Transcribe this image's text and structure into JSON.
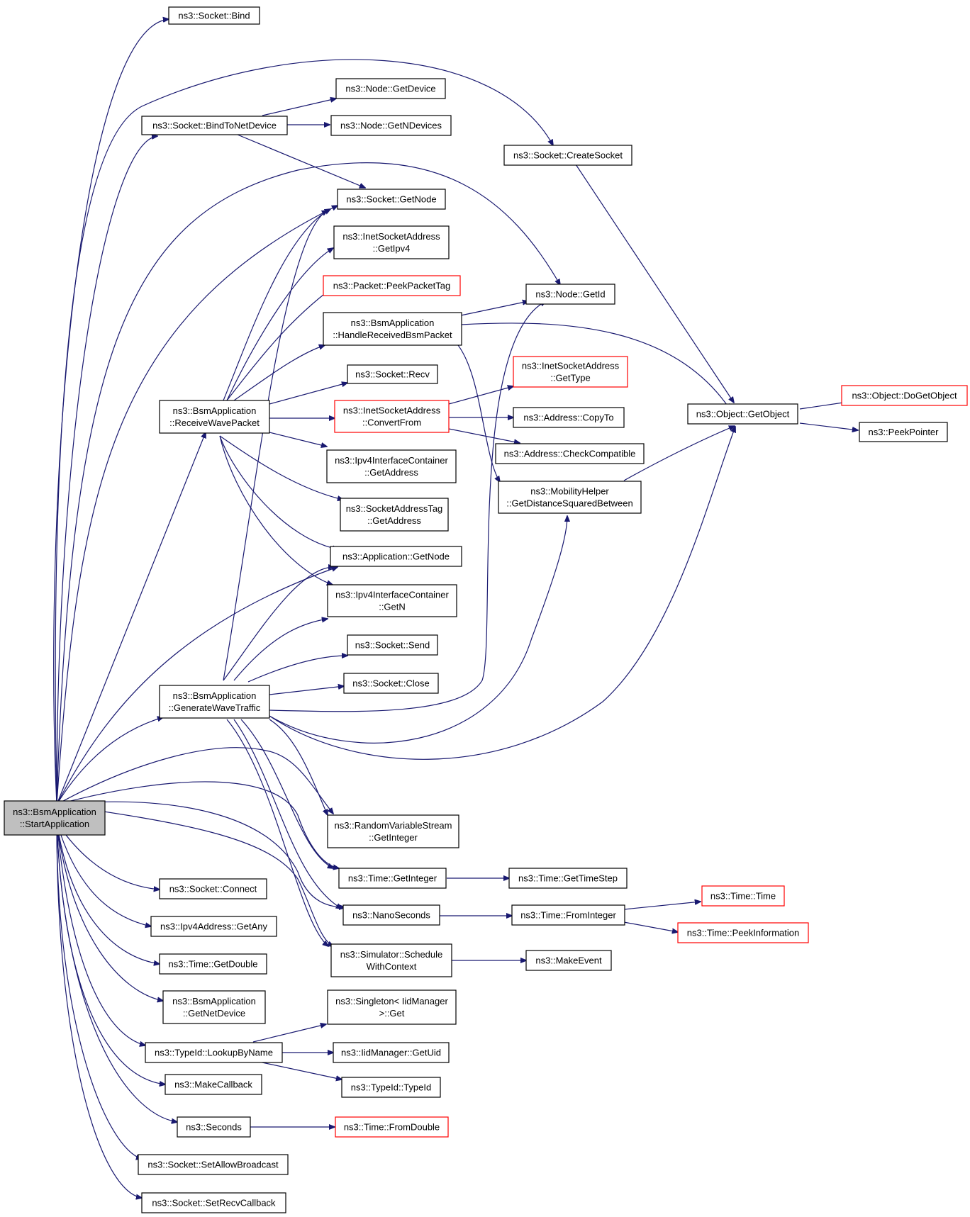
{
  "diagram": {
    "type": "call-graph",
    "colors": {
      "edge": "#191970",
      "root_fill": "#bfbfbf",
      "truncated_border": "#ff0000",
      "node_border": "#000000"
    },
    "nodes": [
      {
        "id": "start",
        "lines": [
          "ns3::BsmApplication",
          "::StartApplication"
        ],
        "root": true
      },
      {
        "id": "bind",
        "lines": [
          "ns3::Socket::Bind"
        ]
      },
      {
        "id": "createSocket",
        "lines": [
          "ns3::Socket::CreateSocket"
        ]
      },
      {
        "id": "getDevice",
        "lines": [
          "ns3::Node::GetDevice"
        ]
      },
      {
        "id": "bindToNet",
        "lines": [
          "ns3::Socket::BindToNetDevice"
        ]
      },
      {
        "id": "getNDevices",
        "lines": [
          "ns3::Node::GetNDevices"
        ]
      },
      {
        "id": "sockGetNode",
        "lines": [
          "ns3::Socket::GetNode"
        ]
      },
      {
        "id": "getIpv4",
        "lines": [
          "ns3::InetSocketAddress",
          "::GetIpv4"
        ]
      },
      {
        "id": "peekTag",
        "lines": [
          "ns3::Packet::PeekPacketTag"
        ],
        "truncated": true
      },
      {
        "id": "nodeGetId",
        "lines": [
          "ns3::Node::GetId"
        ]
      },
      {
        "id": "handleRx",
        "lines": [
          "ns3::BsmApplication",
          "::HandleReceivedBsmPacket"
        ]
      },
      {
        "id": "isaGetType",
        "lines": [
          "ns3::InetSocketAddress",
          "::GetType"
        ],
        "truncated": true
      },
      {
        "id": "recv",
        "lines": [
          "ns3::Socket::Recv"
        ]
      },
      {
        "id": "recvWave",
        "lines": [
          "ns3::BsmApplication",
          "::ReceiveWavePacket"
        ]
      },
      {
        "id": "convertFrom",
        "lines": [
          "ns3::InetSocketAddress",
          "::ConvertFrom"
        ],
        "truncated": true
      },
      {
        "id": "copyTo",
        "lines": [
          "ns3::Address::CopyTo"
        ]
      },
      {
        "id": "getObject",
        "lines": [
          "ns3::Object::GetObject"
        ]
      },
      {
        "id": "doGetObject",
        "lines": [
          "ns3::Object::DoGetObject"
        ],
        "truncated": true
      },
      {
        "id": "peekPointer",
        "lines": [
          "ns3::PeekPointer"
        ]
      },
      {
        "id": "checkCompat",
        "lines": [
          "ns3::Address::CheckCompatible"
        ]
      },
      {
        "id": "ipv4GetAddr",
        "lines": [
          "ns3::Ipv4InterfaceContainer",
          "::GetAddress"
        ]
      },
      {
        "id": "mobility",
        "lines": [
          "ns3::MobilityHelper",
          "::GetDistanceSquaredBetween"
        ]
      },
      {
        "id": "satGetAddr",
        "lines": [
          "ns3::SocketAddressTag",
          "::GetAddress"
        ]
      },
      {
        "id": "appGetNode",
        "lines": [
          "ns3::Application::GetNode"
        ]
      },
      {
        "id": "ipv4GetN",
        "lines": [
          "ns3::Ipv4InterfaceContainer",
          "::GetN"
        ]
      },
      {
        "id": "send",
        "lines": [
          "ns3::Socket::Send"
        ]
      },
      {
        "id": "close",
        "lines": [
          "ns3::Socket::Close"
        ]
      },
      {
        "id": "genWave",
        "lines": [
          "ns3::BsmApplication",
          "::GenerateWaveTraffic"
        ]
      },
      {
        "id": "rvsGetInt",
        "lines": [
          "ns3::RandomVariableStream",
          "::GetInteger"
        ]
      },
      {
        "id": "timeGetInt",
        "lines": [
          "ns3::Time::GetInteger"
        ]
      },
      {
        "id": "getTimeStep",
        "lines": [
          "ns3::Time::GetTimeStep"
        ]
      },
      {
        "id": "timeTime",
        "lines": [
          "ns3::Time::Time"
        ],
        "truncated": true
      },
      {
        "id": "connect",
        "lines": [
          "ns3::Socket::Connect"
        ]
      },
      {
        "id": "nanoSeconds",
        "lines": [
          "ns3::NanoSeconds"
        ]
      },
      {
        "id": "fromInteger",
        "lines": [
          "ns3::Time::FromInteger"
        ]
      },
      {
        "id": "peekInfo",
        "lines": [
          "ns3::Time::PeekInformation"
        ],
        "truncated": true
      },
      {
        "id": "getAny",
        "lines": [
          "ns3::Ipv4Address::GetAny"
        ]
      },
      {
        "id": "schedule",
        "lines": [
          "ns3::Simulator::Schedule",
          "WithContext"
        ]
      },
      {
        "id": "getDouble",
        "lines": [
          "ns3::Time::GetDouble"
        ]
      },
      {
        "id": "makeEvent",
        "lines": [
          "ns3::MakeEvent"
        ]
      },
      {
        "id": "getNetDevice",
        "lines": [
          "ns3::BsmApplication",
          "::GetNetDevice"
        ]
      },
      {
        "id": "singletonGet",
        "lines": [
          "ns3::Singleton< IidManager",
          ">::Get"
        ]
      },
      {
        "id": "lookupByName",
        "lines": [
          "ns3::TypeId::LookupByName"
        ]
      },
      {
        "id": "getUid",
        "lines": [
          "ns3::IidManager::GetUid"
        ]
      },
      {
        "id": "makeCallback",
        "lines": [
          "ns3::MakeCallback"
        ]
      },
      {
        "id": "typeIdTypeId",
        "lines": [
          "ns3::TypeId::TypeId"
        ]
      },
      {
        "id": "seconds",
        "lines": [
          "ns3::Seconds"
        ]
      },
      {
        "id": "fromDouble",
        "lines": [
          "ns3::Time::FromDouble"
        ],
        "truncated": true
      },
      {
        "id": "setAllowBcast",
        "lines": [
          "ns3::Socket::SetAllowBroadcast"
        ]
      },
      {
        "id": "setRecvCb",
        "lines": [
          "ns3::Socket::SetRecvCallback"
        ]
      }
    ]
  }
}
